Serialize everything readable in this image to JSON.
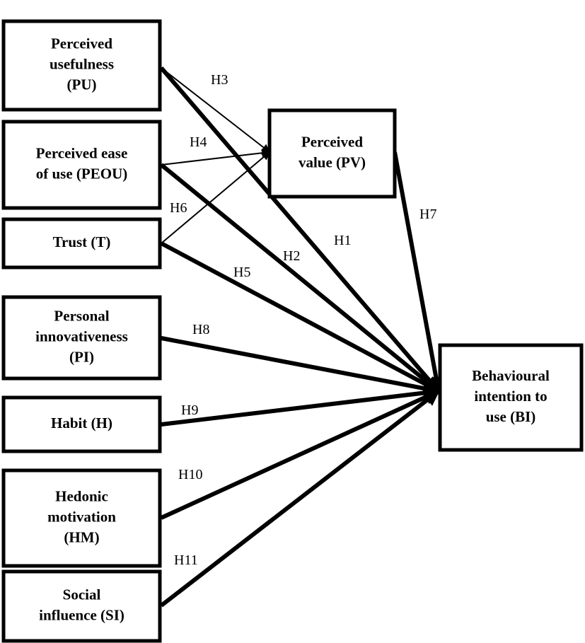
{
  "constructs": {
    "pu": {
      "lines": [
        "Perceived",
        "usefulness",
        "(PU)"
      ]
    },
    "peou": {
      "lines": [
        "Perceived ease",
        "of use (PEOU)"
      ]
    },
    "t": {
      "lines": [
        "Trust (T)"
      ]
    },
    "pi": {
      "lines": [
        "Personal",
        "innovativeness",
        "(PI)"
      ]
    },
    "h": {
      "lines": [
        "Habit (H)"
      ]
    },
    "hm": {
      "lines": [
        "Hedonic",
        "motivation",
        "(HM)"
      ]
    },
    "si": {
      "lines": [
        "Social",
        "influence (SI)"
      ]
    },
    "pv": {
      "lines": [
        "Perceived",
        "value (PV)"
      ]
    },
    "bi": {
      "lines": [
        "Behavioural",
        "intention to",
        "use (BI)"
      ]
    }
  },
  "hypotheses": [
    {
      "id": "h1",
      "label": "H1",
      "from": "pu",
      "to": "bi",
      "weight": "thick"
    },
    {
      "id": "h2",
      "label": "H2",
      "from": "peou",
      "to": "bi",
      "weight": "thick"
    },
    {
      "id": "h3",
      "label": "H3",
      "from": "pu",
      "to": "pv",
      "weight": "thin"
    },
    {
      "id": "h4",
      "label": "H4",
      "from": "peou",
      "to": "pv",
      "weight": "thin"
    },
    {
      "id": "h5",
      "label": "H5",
      "from": "t",
      "to": "bi",
      "weight": "thick"
    },
    {
      "id": "h6",
      "label": "H6",
      "from": "t",
      "to": "pv",
      "weight": "thin"
    },
    {
      "id": "h7",
      "label": "H7",
      "from": "pv",
      "to": "bi",
      "weight": "thick"
    },
    {
      "id": "h8",
      "label": "H8",
      "from": "pi",
      "to": "bi",
      "weight": "thick"
    },
    {
      "id": "h9",
      "label": "H9",
      "from": "h",
      "to": "bi",
      "weight": "thick"
    },
    {
      "id": "h10",
      "label": "H10",
      "from": "hm",
      "to": "bi",
      "weight": "thick"
    },
    {
      "id": "h11",
      "label": "H11",
      "from": "si",
      "to": "bi",
      "weight": "thick"
    }
  ]
}
